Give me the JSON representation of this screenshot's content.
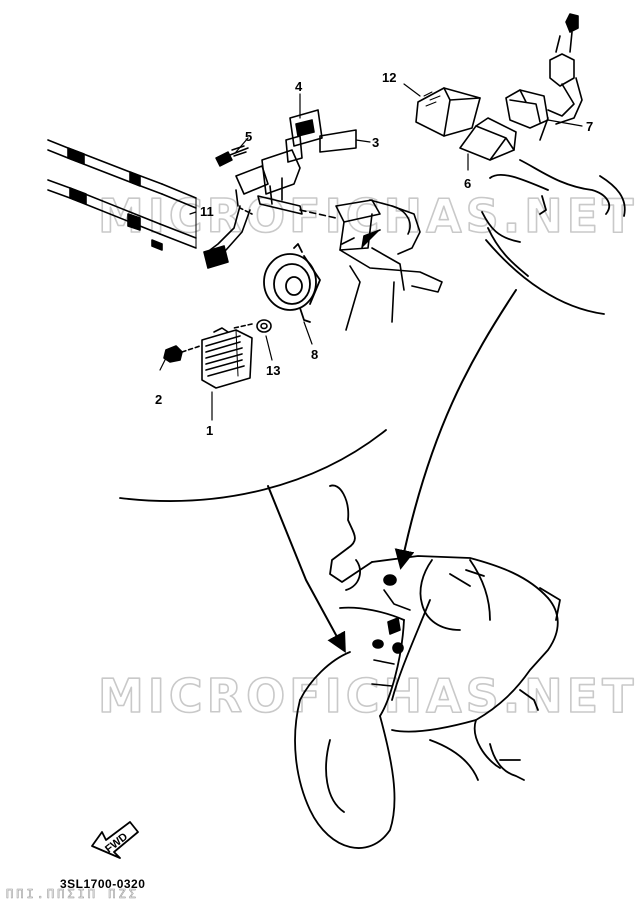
{
  "diagram": {
    "callouts": [
      "1",
      "2",
      "3",
      "4",
      "5",
      "6",
      "7",
      "8",
      "11",
      "12",
      "13"
    ],
    "watermark": "MICROFICHAS.NET",
    "part_code": "3SL1700-0320",
    "fwd_label": "FWD",
    "footer_faint": "ΠΠΙ.ΠΠΣΙΠ ΠΖΣ"
  },
  "colors": {
    "line": "#000000",
    "watermark": "#c9c9c9",
    "background": "#ffffff"
  }
}
